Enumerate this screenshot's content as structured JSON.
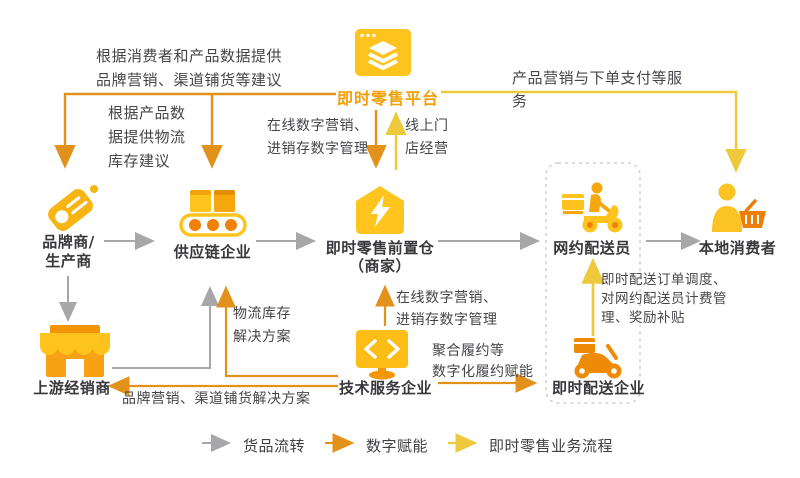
{
  "colors": {
    "flow_gray": "#a7a7a9",
    "flow_orange": "#e2921b",
    "flow_yellow": "#efc93c",
    "icon_yellow": "#ffc31e",
    "icon_orange": "#f6a70e",
    "icon_deep_orange": "#ee8208",
    "label_text": "#38383c",
    "platform_text": "#f2a009"
  },
  "platform": {
    "label": "即时零售平台"
  },
  "nodes": {
    "brand": {
      "label": "品牌商/\n生产商"
    },
    "supply": {
      "label": "供应链企业"
    },
    "warehouse": {
      "label": "即时零售前置仓\n（商家）"
    },
    "courier": {
      "label": "网约配送员"
    },
    "consumer": {
      "label": "本地消费者"
    },
    "distributor": {
      "label": "上游经销商"
    },
    "tech": {
      "label": "技术服务企业"
    },
    "delivery": {
      "label": "即时配送企业"
    }
  },
  "edges": {
    "platform_to_brand": "根据消费者和产品数据提供\n品牌营销、渠道铺货等建议",
    "platform_to_supply": "根据产品数\n据提供物流\n库存建议",
    "platform_to_warehouse": "在线数字营销、\n进销存数字管理",
    "warehouse_to_platform": "线上门\n店经营",
    "platform_to_consumer": "产品营销与下单支付等服务",
    "tech_to_supply": "物流库存\n解决方案",
    "tech_to_distributor": "品牌营销、渠道铺货解决方案",
    "tech_to_warehouse": "在线数字营销、\n进销存数字管理",
    "tech_to_delivery": "聚合履约等\n数字化履约赋能",
    "delivery_to_courier": "即时配送订单调度、\n对网约配送员计费管\n理、奖励补贴"
  },
  "legend": {
    "items": [
      {
        "label": "货品流转",
        "color": "#a7a7a9"
      },
      {
        "label": "数字赋能",
        "color": "#e2921b"
      },
      {
        "label": "即时零售业务流程",
        "color": "#efc93c"
      }
    ]
  }
}
